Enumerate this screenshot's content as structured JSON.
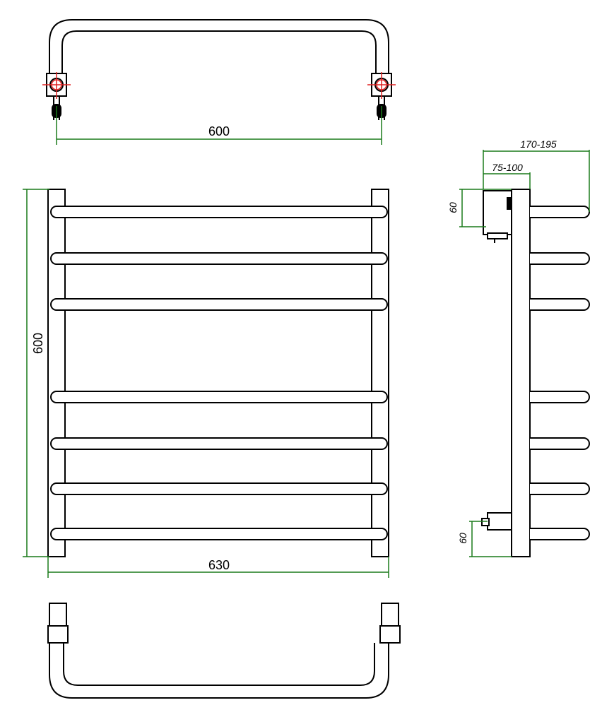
{
  "dimensions": {
    "top_width": "600",
    "front_height": "600",
    "front_width": "630",
    "side_depth_total": "170-195",
    "side_depth_wall": "75-100",
    "side_top_offset": "60",
    "side_bottom_offset": "60"
  },
  "colors": {
    "outline": "#000000",
    "dimension": "#1a7a1a",
    "crosshair": "#e02020"
  }
}
